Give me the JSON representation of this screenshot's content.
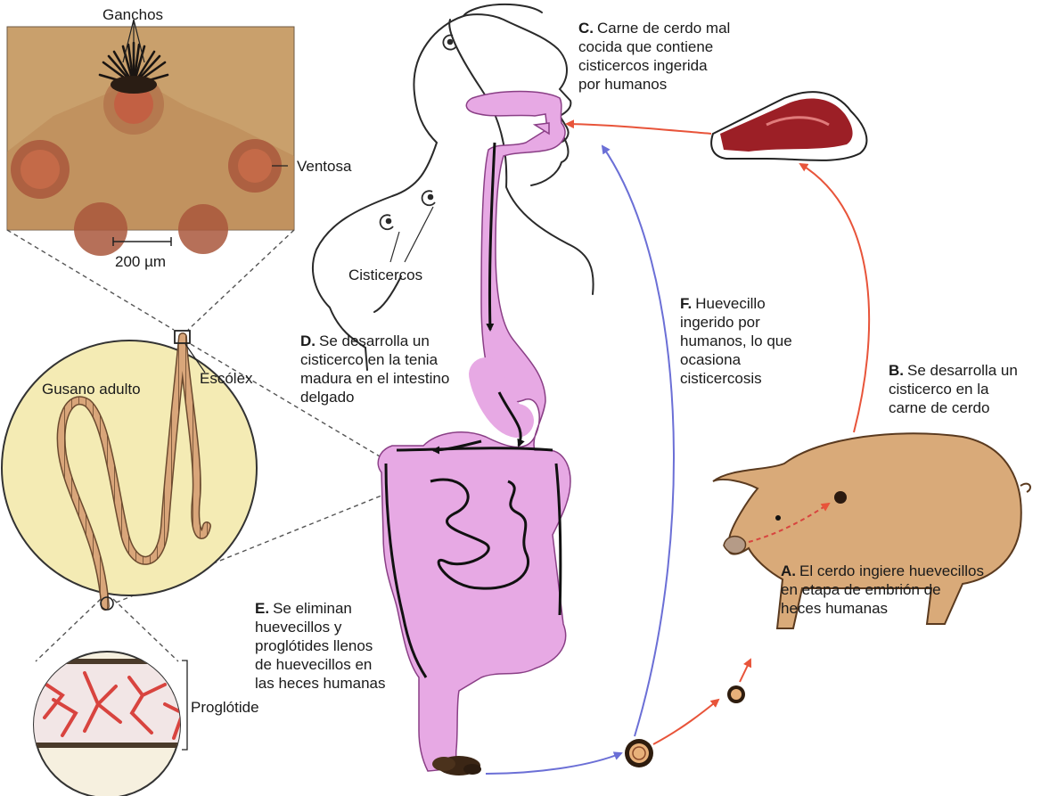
{
  "micrograph": {
    "hooks_label": "Ganchos",
    "sucker_label": "Ventosa",
    "scale_label": "200 µm"
  },
  "worm": {
    "adult_label": "Gusano adulto",
    "scolex_label": "Escólex",
    "proglottid_label": "Proglótide"
  },
  "body": {
    "cysticerci_label": "Cisticercos"
  },
  "steps": [
    {
      "key": "A.",
      "text": "El cerdo ingiere huevecillos\nen etapa de embrión de\nheces humanas"
    },
    {
      "key": "B.",
      "text": "Se desarrolla un\ncisticerco en la\ncarne de cerdo"
    },
    {
      "key": "C.",
      "text": "Carne de cerdo mal\ncocida que contiene\ncisticercos ingerida\npor humanos"
    },
    {
      "key": "D.",
      "text": "Se desarrolla un\ncisticerco en la tenia\nmadura en el intestino\ndelgado"
    },
    {
      "key": "E.",
      "text": "Se eliminan\nhuevecillos y\nproglótides llenos\nde huevecillos en\nlas heces humanas"
    },
    {
      "key": "F.",
      "text": "Huevecillo\ningerido por\nhumanos, lo que\nocasiona\ncisticercosis"
    }
  ],
  "colors": {
    "digestive": "#e7a9e4",
    "pig_to_human_arrow": "#e8543a",
    "egg_to_human_arrow": "#6b6fd6",
    "micrograph_bg": "#c9a06c",
    "circle_fill": "#f4ebb4",
    "pork": "#9c1f26",
    "pig": "#d9aa79"
  }
}
